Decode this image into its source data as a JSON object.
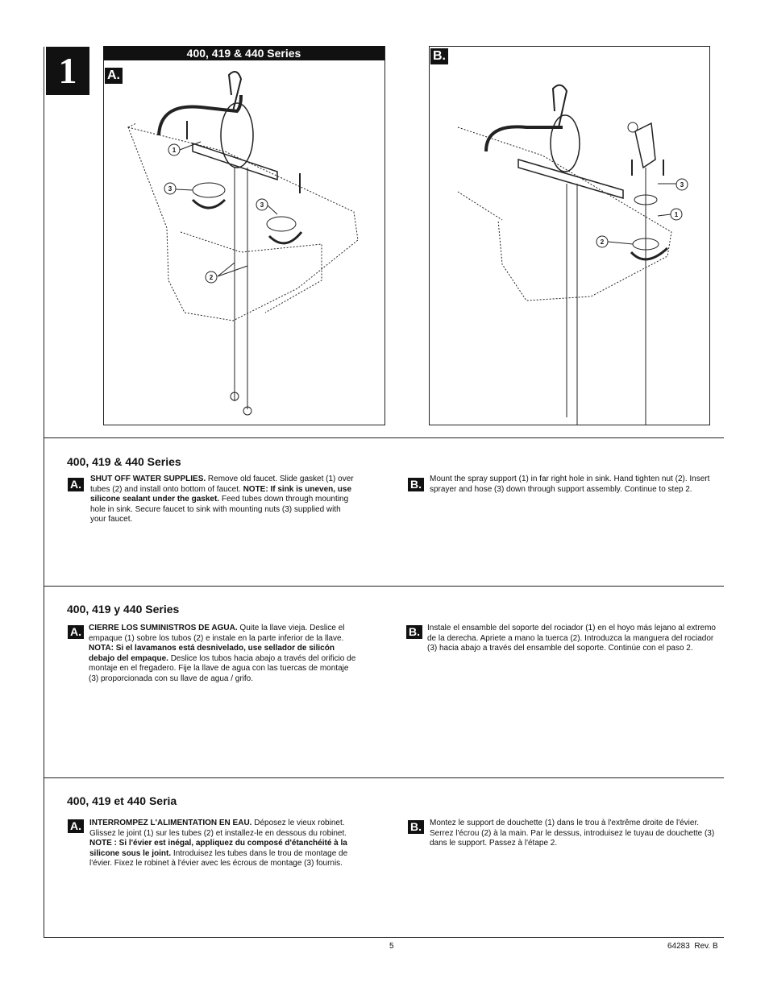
{
  "step": {
    "number": "1"
  },
  "figure": {
    "panel_a": {
      "header": "400, 419 & 440 Series",
      "badge": "A.",
      "callouts": [
        "1",
        "3",
        "3",
        "2"
      ]
    },
    "panel_b": {
      "badge": "B.",
      "callouts": [
        "3",
        "1",
        "2"
      ]
    }
  },
  "sections": [
    {
      "title": "400, 419 & 440 Series",
      "a": {
        "badge": "A.",
        "bold1": "SHUT OFF WATER SUPPLIES.",
        "text1": " Remove old faucet. Slide gasket (1) over tubes (2) and install onto bottom of faucet. ",
        "bold2": "NOTE: If sink is uneven, use silicone sealant under the gasket.",
        "text2": " Feed tubes down through mounting hole in sink. Secure faucet to sink with mounting nuts (3) supplied with your faucet."
      },
      "b": {
        "badge": "B.",
        "text": "Mount the spray support (1) in far right hole in sink. Hand tighten nut (2). Insert sprayer and hose (3) down through support assembly. Continue to step 2."
      }
    },
    {
      "title": "400, 419 y 440 Series",
      "a": {
        "badge": "A.",
        "bold1": "CIERRE LOS SUMINISTROS DE AGUA.",
        "text1": " Quite la llave vieja. Deslice el empaque (1) sobre los tubos (2) e instale en la parte inferior de la llave. ",
        "bold2": "NOTA: Si el lavamanos está desnivelado, use sellador de silicón debajo del empaque.",
        "text2": " Deslice los tubos hacia abajo a través del orificio de montaje en el fregadero. Fije la llave de agua con las tuercas de montaje (3) proporcionada con su llave de agua / grifo."
      },
      "b": {
        "badge": "B.",
        "text": "Instale el ensamble del soporte del rociador (1) en el hoyo más lejano al extremo de la derecha. Apriete a mano la tuerca (2). Introduzca la manguera del rociador (3) hacia abajo a través del ensamble del soporte. Continúe con el paso 2."
      }
    },
    {
      "title": "400, 419 et 440 Seria",
      "a": {
        "badge": "A.",
        "bold1": "INTERROMPEZ L'ALIMENTATION EN EAU.",
        "text1": " Déposez le vieux robinet. Glissez le joint (1) sur les tubes (2) et installez-le en dessous du robinet. ",
        "bold2": "NOTE : Si l'évier est inégal, appliquez du composé d'étanchéité à la silicone sous le joint.",
        "text2": " Introduisez les tubes dans le trou de montage de l'évier. Fixez le robinet à l'évier avec les écrous de montage (3) fournis."
      },
      "b": {
        "badge": "B.",
        "text": "Montez le support de douchette (1) dans le trou à l'extrême droite de l'évier. Serrez l'écrou (2) à la main. Par le dessus, introduisez le tuyau de douchette (3) dans le support. Passez à l'étape 2."
      }
    }
  ],
  "footer": {
    "page_number": "5",
    "doc_ref": "64283  Rev. B"
  }
}
